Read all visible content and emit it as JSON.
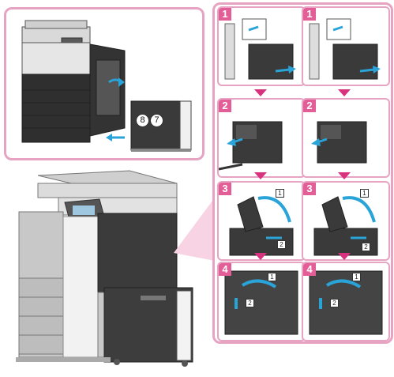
{
  "overview": {
    "callouts": [
      "8",
      "7"
    ]
  },
  "steps": {
    "left": [
      {
        "num": "1",
        "labels": []
      },
      {
        "num": "2",
        "labels": []
      },
      {
        "num": "3",
        "labels": [
          "1",
          "2"
        ]
      },
      {
        "num": "4",
        "labels": [
          "1",
          "2"
        ]
      }
    ],
    "right": [
      {
        "num": "1",
        "labels": []
      },
      {
        "num": "2",
        "labels": []
      },
      {
        "num": "3",
        "labels": [
          "1",
          "2"
        ]
      },
      {
        "num": "4",
        "labels": [
          "1",
          "2"
        ]
      }
    ]
  },
  "colors": {
    "frame": "#e7a4c2",
    "accent": "#e35d96",
    "arrow": "#d8317d",
    "motion_arrow": "#2aa4d8"
  }
}
